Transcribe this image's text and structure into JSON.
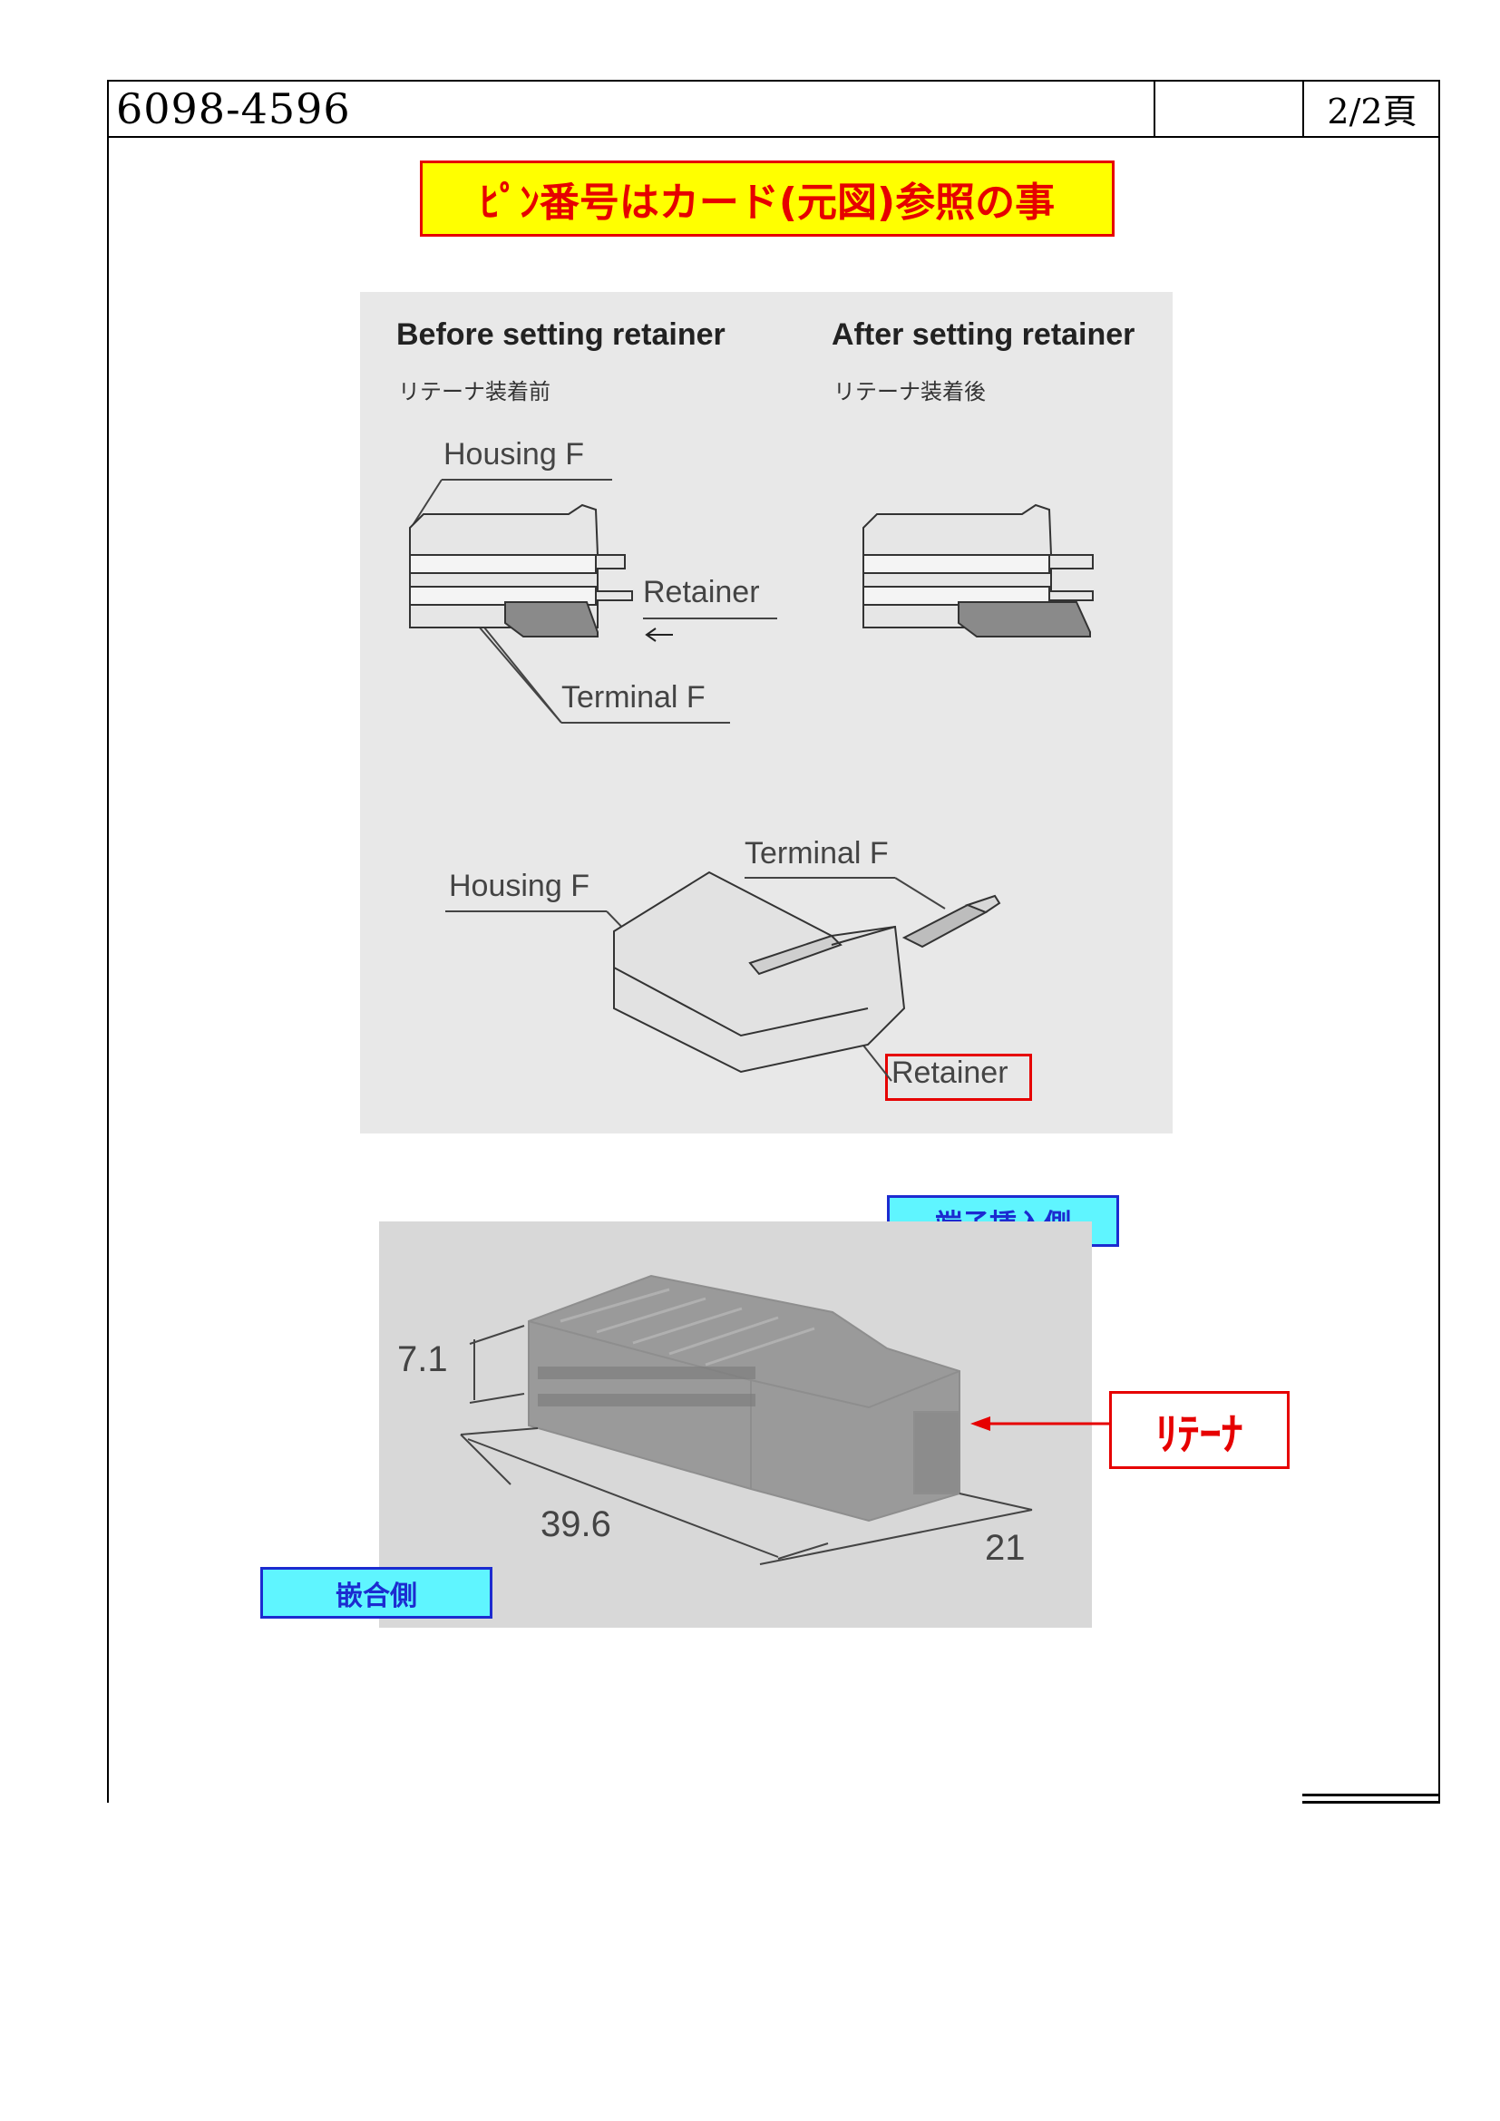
{
  "header": {
    "doc_number": "6098-4596",
    "page": "2/2頁"
  },
  "notice": "ﾋﾟﾝ番号はカード(元図)参照の事",
  "diagram_top": {
    "before_title": "Before setting retainer",
    "before_title_jp": "リテーナ装着前",
    "after_title": "After setting retainer",
    "after_title_jp": "リテーナ装着後",
    "housing_label": "Housing F",
    "retainer_label": "Retainer",
    "terminal_label": "Terminal F",
    "iso_terminal_label": "Terminal F",
    "iso_housing_label": "Housing F",
    "iso_retainer_label": "Retainer"
  },
  "photo": {
    "dim_height": "7.1",
    "dim_length": "39.6",
    "dim_depth": "21"
  },
  "tags": {
    "insert_side": "端子挿入側",
    "mating_side": "嵌合側",
    "retainer": "ﾘﾃｰﾅ"
  },
  "colors": {
    "notice_bg": "#ffff00",
    "accent_red": "#e60000",
    "tag_bg": "#5ff5ff",
    "tag_border": "#1c2bd0"
  }
}
